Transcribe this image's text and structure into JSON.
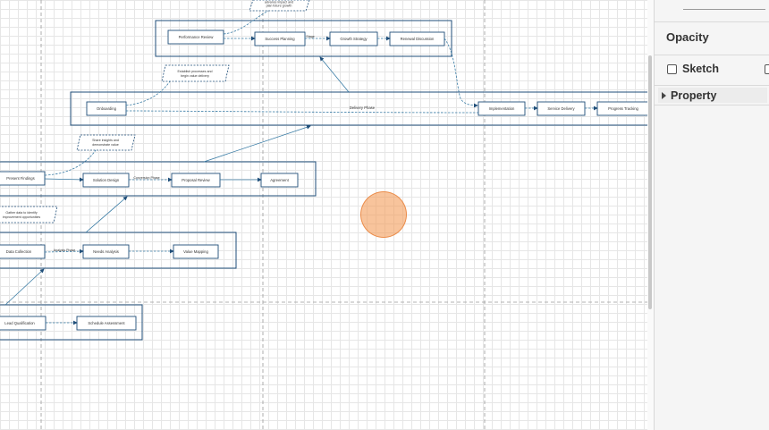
{
  "diagram": {
    "notes": {
      "n_top": [
        "advance impact and",
        "plan future growth"
      ],
      "n_establish": [
        "Establish processes and",
        "begin value delivery"
      ],
      "n_share": [
        "Share insights and",
        "demonstrate value"
      ],
      "n_gather": [
        "Gather data to identify",
        "improvement opportunities"
      ]
    },
    "phases": {
      "delivery": "Delivery Phase",
      "conversion": "Conversion Phase",
      "analysis": "Analysis Phase",
      "edge_label": "Stage"
    },
    "nodes": {
      "performance_review": "Performance Review",
      "success_planning": "Success Planning",
      "growth_strategy": "Growth Strategy",
      "renewal_discussion": "Renewal Discussion",
      "onboarding": "Onboarding",
      "implementation": "Implementation",
      "service_delivery": "Service Delivery",
      "progress_tracking": "Progress Tracking",
      "present_findings": "Present Findings",
      "solution_design": "Solution Design",
      "proposal_review": "Proposal Review",
      "agreement": "Agreement",
      "data_collection": "Data Collection",
      "needs_analysis": "Needs Analysis",
      "value_mapping": "Value Mapping",
      "lead_qualification": "Lead Qualification",
      "schedule_assessment": "Schedule Assessment"
    }
  },
  "format_panel": {
    "opacity_label": "Opacity",
    "sketch_label": "Sketch",
    "sketch_checked": false,
    "property_label": "Property"
  }
}
